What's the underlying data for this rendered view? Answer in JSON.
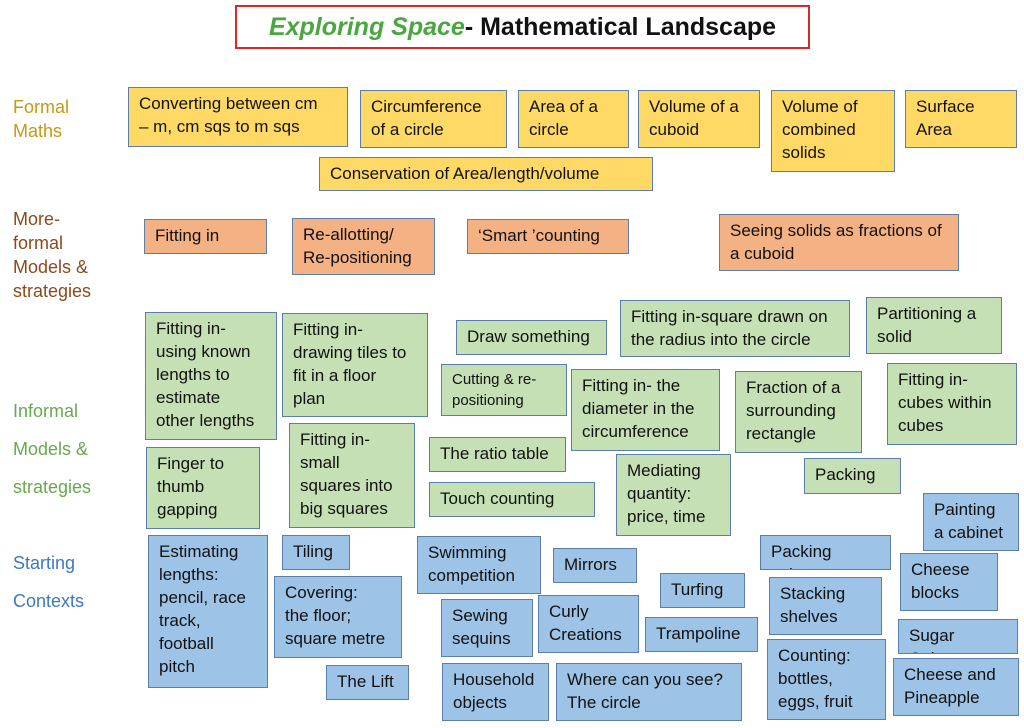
{
  "title": {
    "part1": "Exploring Space",
    "part2": " - Mathematical Landscape"
  },
  "labels": {
    "formal": "Formal\nMaths",
    "more_formal": "More-\nformal\nModels &\nstrategies",
    "informal": "Informal\nModels &\nstrategies",
    "starting": "Starting\nContexts"
  },
  "formal": [
    "Converting between cm\n– m, cm sqs to m sqs",
    "Circumference\nof a circle",
    "Area of a\ncircle",
    "Volume of a\ncuboid",
    "Volume of\ncombined\nsolids",
    "Surface\nArea",
    "Conservation of Area/length/volume"
  ],
  "more_formal": [
    "Fitting in",
    "Re-allotting/\nRe-positioning",
    "‘Smart ’counting",
    "Seeing solids as fractions of\na cuboid"
  ],
  "informal": [
    "Fitting in-\nusing known\nlengths to\nestimate\nother lengths",
    "Fitting in-\ndrawing tiles to\nfit in a floor\nplan",
    "Draw something",
    "Fitting in-square drawn on\nthe radius into the circle",
    "Partitioning a\nsolid",
    "Cutting & re-\npositioning",
    "Fitting in- the\ndiameter in the\ncircumference",
    "Fraction of a\nsurrounding\nrectangle",
    "Fitting in-\ncubes within\ncubes",
    "Finger to\nthumb\ngapping",
    "Fitting in-\nsmall\nsquares into\nbig squares",
    "The ratio table",
    "Touch counting",
    "Mediating\nquantity:\nprice, time",
    "Packing"
  ],
  "starting": [
    "Painting\na cabinet",
    "Estimating\nlengths:\npencil, race\ntrack,\nfootball\npitch",
    "Tiling",
    "Covering:\nthe floor;\nsquare metre",
    "The Lift",
    "Swimming\ncompetition",
    "Mirrors",
    "Sewing\nsequins",
    "Curly\nCreations",
    "Turfing",
    "Trampoline",
    "Packing cubes",
    "Stacking\nshelves",
    "Cheese\nblocks",
    "Sugar Cubes",
    "Counting:\nbottles,\neggs, fruit",
    "Cheese and\nPineapple",
    "Household\nobjects",
    "Where can you see?\nThe circle"
  ]
}
